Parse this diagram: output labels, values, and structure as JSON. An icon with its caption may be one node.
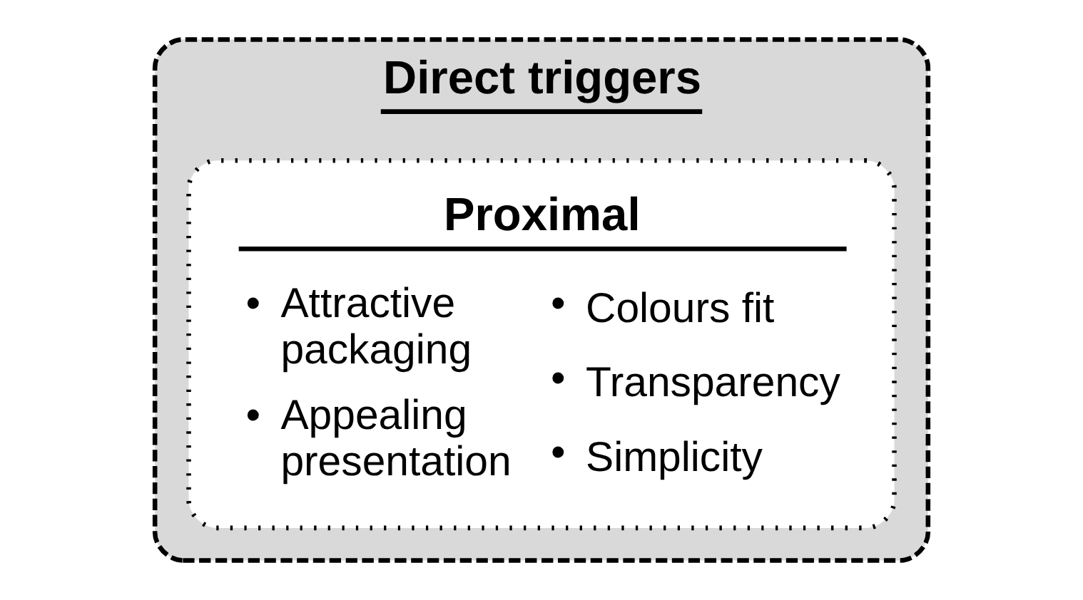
{
  "diagram": {
    "nodes": [
      {
        "text": [
          "Direct triggers"
        ]
      },
      {
        "text": [
          "Proximal",
          "• Attractive packaging",
          "• Appealing presentation",
          "• Colours fit",
          "• Transparency",
          "• Simplicity"
        ],
        "in": 0
      }
    ]
  }
}
